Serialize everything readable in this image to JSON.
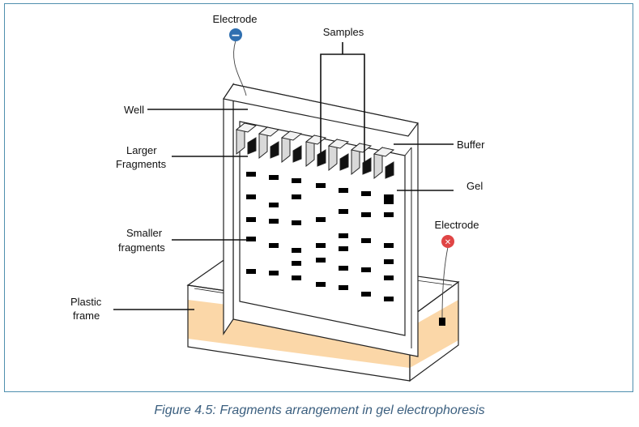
{
  "labels": {
    "electrode_top": "Electrode",
    "samples": "Samples",
    "well": "Well",
    "larger_fragments_1": "Larger",
    "larger_fragments_2": "Fragments",
    "buffer": "Buffer",
    "gel": "Gel",
    "electrode_right": "Electrode",
    "smaller_fragments_1": "Smaller",
    "smaller_fragments_2": "fragments",
    "plastic_frame_1": "Plastic",
    "plastic_frame_2": "frame"
  },
  "electrodes": {
    "negative_symbol": "−",
    "positive_symbol": "✕",
    "negative_color": "#2f6fb0",
    "positive_color": "#e04545"
  },
  "colors": {
    "buffer_fill": "#fbd7a8",
    "border": "#4f8fae",
    "caption": "#3b5f7f"
  },
  "caption": "Figure 4.5: Fragments arrangement in gel electrophoresis"
}
